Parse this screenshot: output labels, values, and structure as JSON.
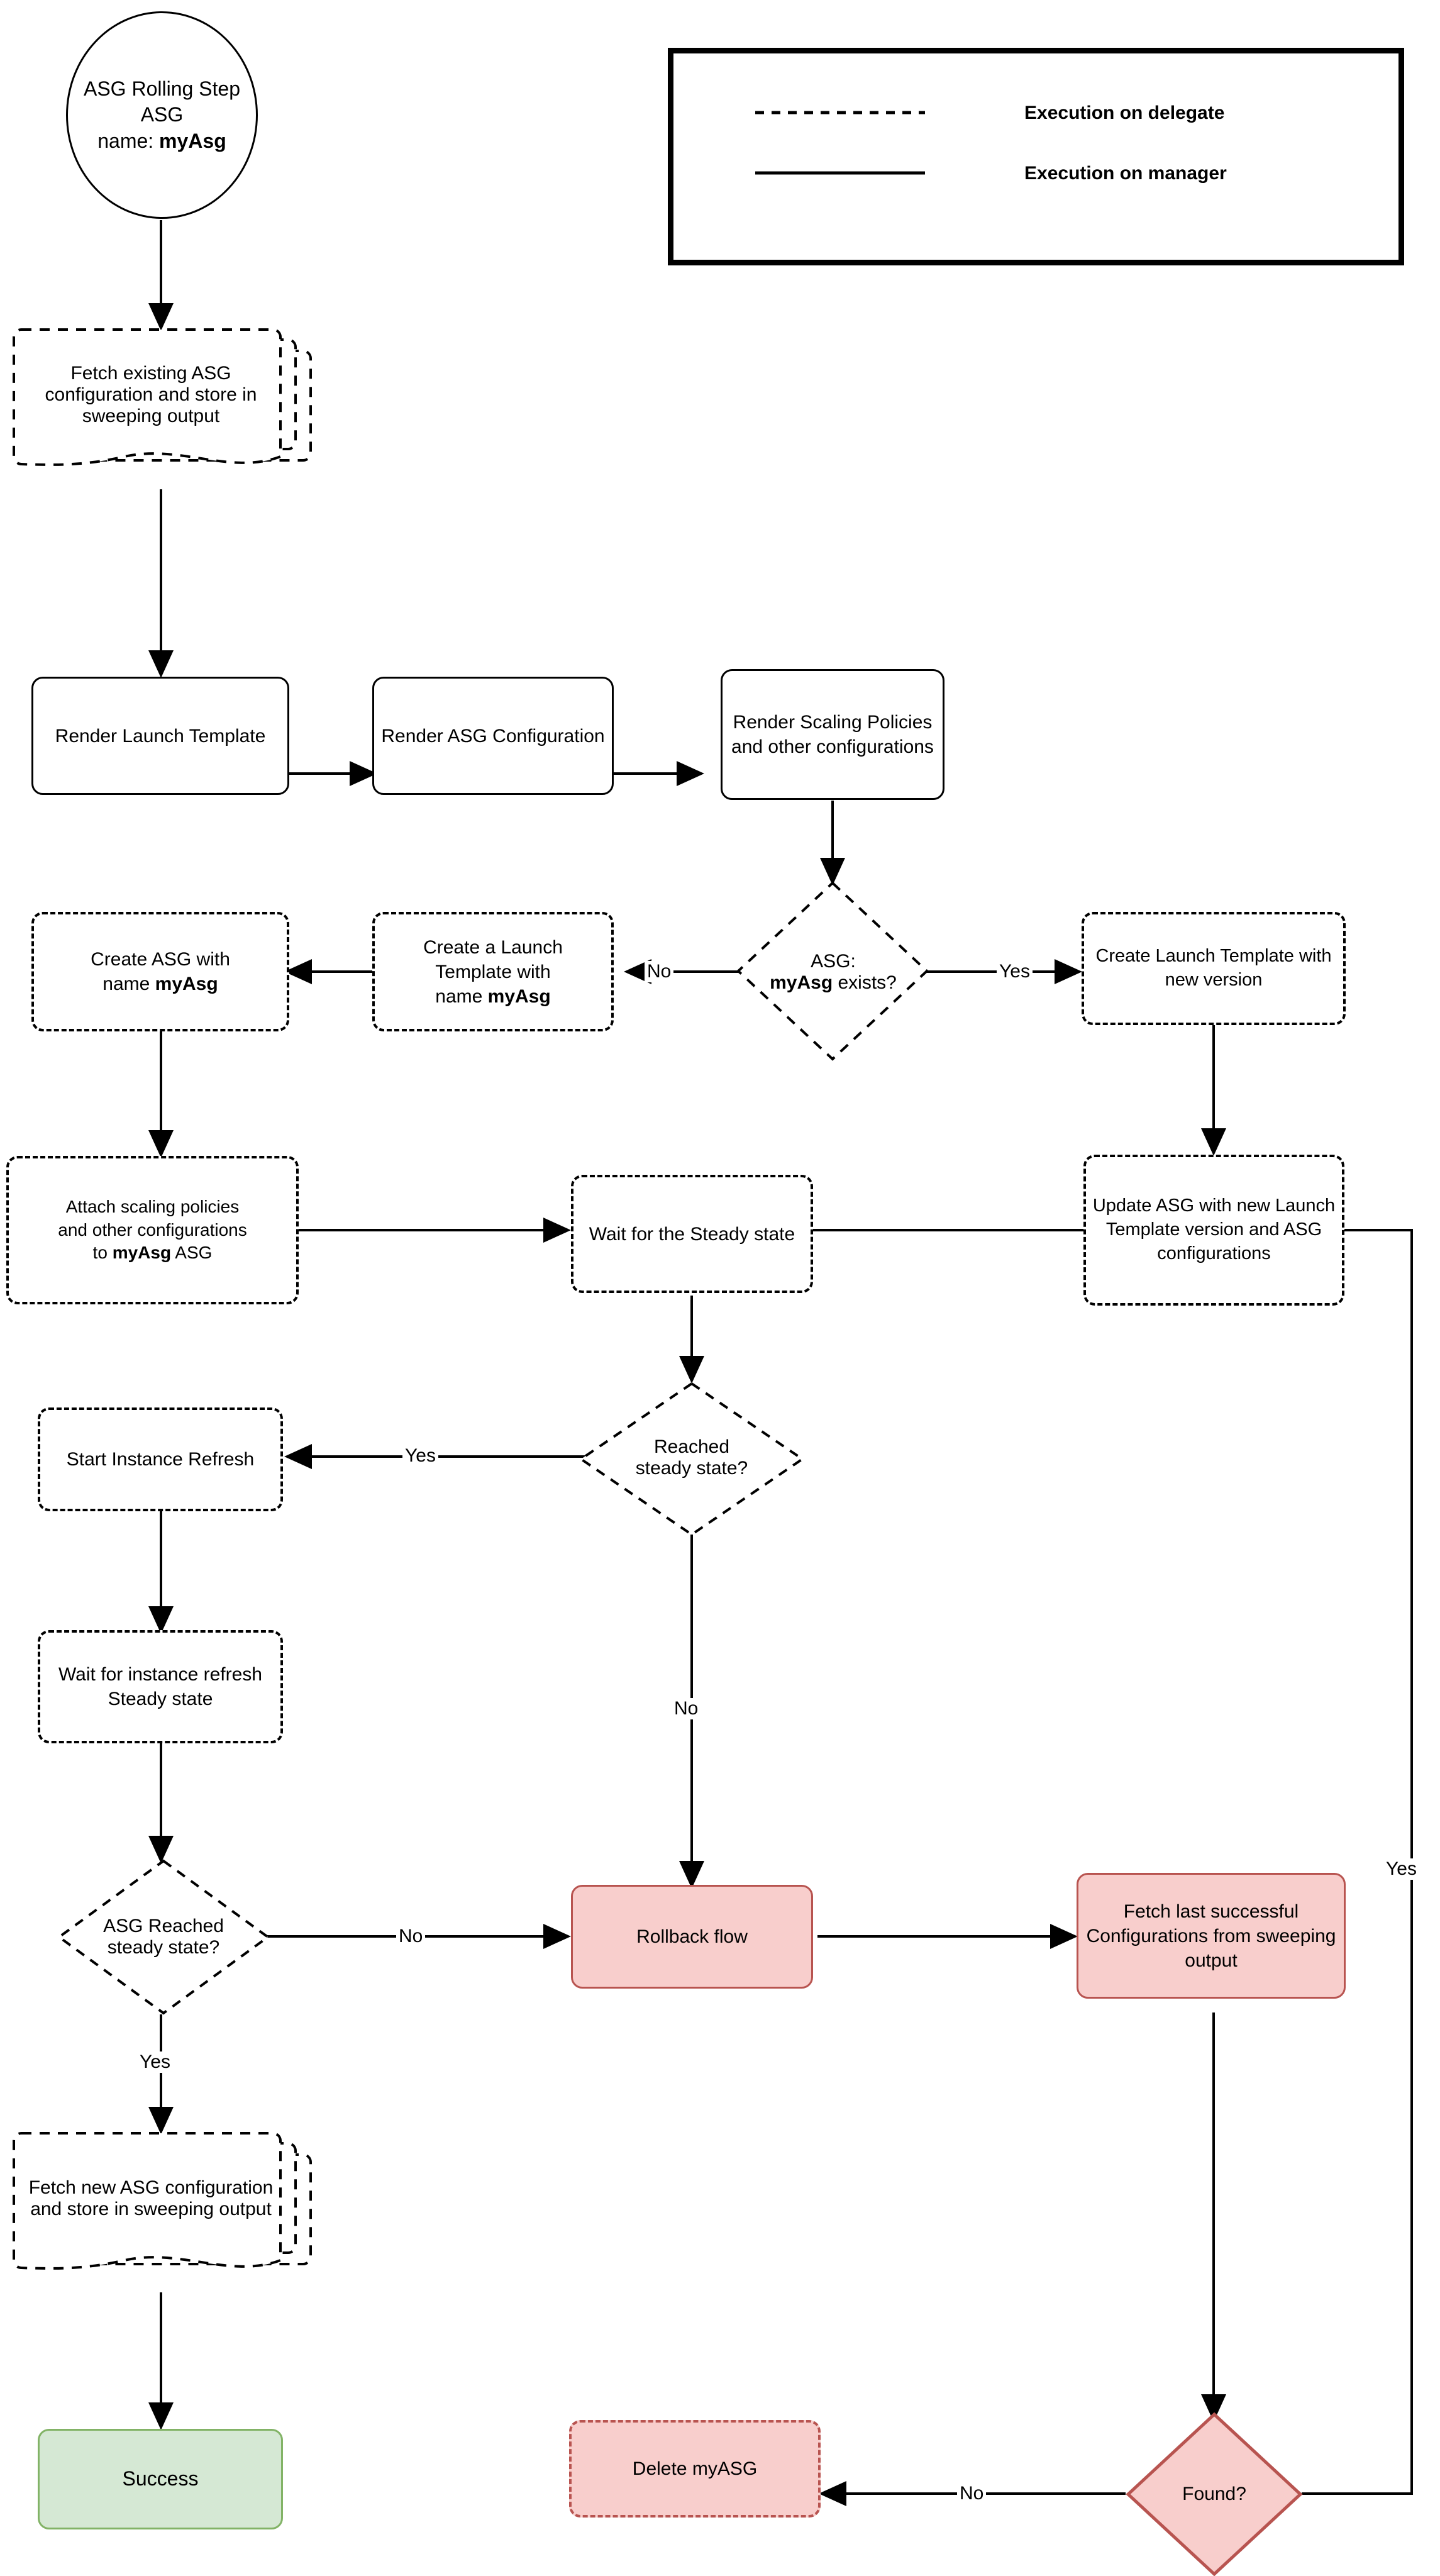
{
  "diagram": {
    "title": "ASG Rolling Step flowchart",
    "colors": {
      "pink_fill": "#f8cecc",
      "pink_stroke": "#b85450",
      "green_fill": "#d5e8d4",
      "green_stroke": "#82b366",
      "line": "#000000"
    }
  },
  "legend": {
    "items": [
      {
        "style": "dashed",
        "label": "Execution on delegate"
      },
      {
        "style": "solid",
        "label": "Execution on manager"
      }
    ]
  },
  "nodes": {
    "start": {
      "line1": "ASG Rolling Step",
      "line2": "ASG",
      "line3_prefix": "name: ",
      "line3_bold": "myAsg"
    },
    "fetch_existing": {
      "label": "Fetch existing ASG configuration and store in sweeping output"
    },
    "render_lt": {
      "label": "Render Launch Template"
    },
    "render_asg": {
      "label": "Render ASG Configuration"
    },
    "render_scaling": {
      "label": "Render Scaling Policies and other configurations"
    },
    "asg_exists": {
      "line1": "ASG:",
      "line2_bold": "myAsg",
      "line2_rest": " exists?"
    },
    "create_lt_name": {
      "line1": "Create a Launch",
      "line2": "Template with",
      "line3_prefix": "name ",
      "line3_bold": "myAsg"
    },
    "create_asg": {
      "line1": "Create ASG with",
      "line2_prefix": "name ",
      "line2_bold": "myAsg"
    },
    "create_lt_new": {
      "label": "Create Launch Template with new version"
    },
    "attach_policies": {
      "line1": "Attach scaling policies",
      "line2": "and other configurations",
      "line3_prefix": "to ",
      "line3_bold": "myAsg",
      "line3_suffix": " ASG"
    },
    "update_asg": {
      "label": "Update ASG with new Launch Template version and ASG configurations"
    },
    "wait_steady": {
      "label": "Wait for the Steady state"
    },
    "reached_steady": {
      "line1": "Reached",
      "line2": "steady state?"
    },
    "start_refresh": {
      "label": "Start Instance Refresh"
    },
    "wait_refresh": {
      "label": "Wait for instance refresh Steady state"
    },
    "asg_reached_steady": {
      "line1": "ASG Reached",
      "line2": "steady state?"
    },
    "rollback": {
      "label": "Rollback flow"
    },
    "fetch_last": {
      "label": "Fetch last successful Configurations from sweeping output"
    },
    "fetch_new": {
      "label": "Fetch new ASG configuration and store in sweeping output"
    },
    "success": {
      "label": "Success"
    },
    "delete_myasg": {
      "label": "Delete myASG"
    },
    "found": {
      "label": "Found?"
    }
  },
  "edge_labels": {
    "exists_no": "No",
    "exists_yes": "Yes",
    "reached_yes": "Yes",
    "reached_no": "No",
    "asg_reached_no": "No",
    "asg_reached_yes": "Yes",
    "found_no": "No",
    "found_yes": "Yes"
  }
}
